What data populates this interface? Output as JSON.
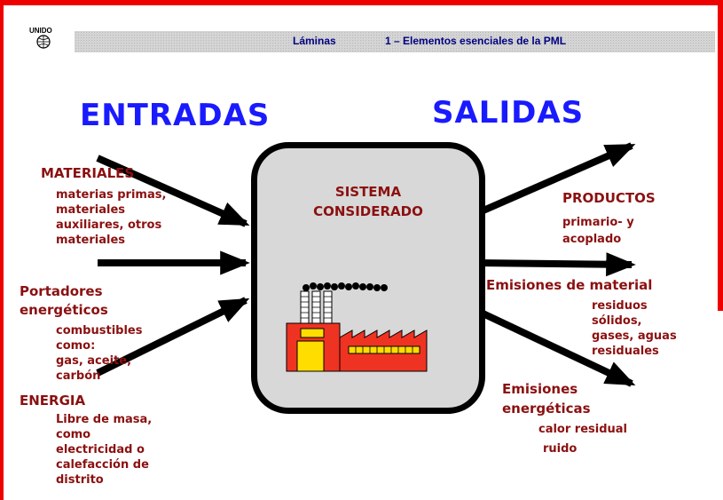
{
  "header": {
    "logo_text": "UNIDO",
    "section": "Láminas",
    "title": "1 – Elementos esenciales de la PML"
  },
  "inputs_heading": "ENTRADAS",
  "outputs_heading": "SALIDAS",
  "system": {
    "title": "SISTEMA\nCONSIDERADO"
  },
  "inputs": {
    "materiales": {
      "title": "MATERIALES",
      "detail": "materias primas,\nmateriales\nauxiliares, otros\nmateriales"
    },
    "portadores": {
      "title": "Portadores\nenergéticos",
      "detail": "combustibles\ncomo:\ngas, aceite,\ncarbón"
    },
    "energia": {
      "title": "ENERGIA",
      "detail": "Libre de masa,\ncomo\nelectricidad o\ncalefacción de\ndistrito"
    }
  },
  "outputs": {
    "productos": {
      "title": "PRODUCTOS",
      "detail": "primario- y\nacoplado"
    },
    "emisiones_material": {
      "title": "Emisiones de material",
      "detail": "residuos\nsólidos,\ngases, aguas\nresiduales"
    },
    "emisiones_energeticas": {
      "title": "Emisiones\nenergéticas",
      "detail_1": "calor residual",
      "detail_2": "ruido"
    }
  },
  "colors": {
    "border": "#ee0000",
    "heading": "#1a1aff",
    "label": "#8b1010",
    "box": "#d8d8d8",
    "factory": "#ee3322",
    "window": "#ffdd00"
  },
  "icons": [
    "unido-logo",
    "factory-icon"
  ]
}
